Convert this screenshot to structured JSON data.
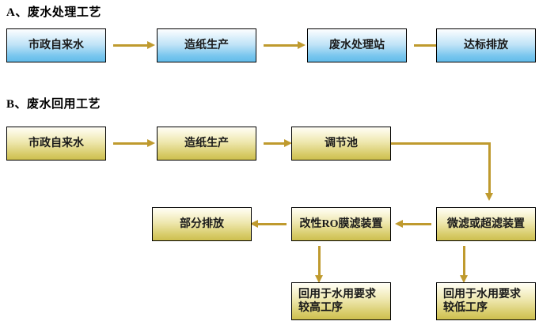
{
  "diagram": {
    "colors": {
      "arrow": "#bf9a2e",
      "node_border": "#000000",
      "blue_node_top": "#fdfeff",
      "blue_node_bottom": "#62bcea",
      "gold_node_top": "#fffef6",
      "gold_node_bottom": "#cdbf4e",
      "background": "#ffffff",
      "text": "#1a1a1a"
    },
    "sections": [
      {
        "id": "section-a",
        "heading": "A、废水处理工艺",
        "nodes": [
          {
            "id": "a-node-1",
            "label": "市政自来水",
            "style": "blue"
          },
          {
            "id": "a-node-2",
            "label": "造纸生产",
            "style": "blue"
          },
          {
            "id": "a-node-3",
            "label": "废水处理站",
            "style": "blue"
          },
          {
            "id": "a-node-4",
            "label": "达标排放",
            "style": "blue"
          }
        ]
      },
      {
        "id": "section-b",
        "heading": "B、废水回用工艺",
        "nodes": [
          {
            "id": "b-node-1",
            "label": "市政自来水",
            "style": "gold"
          },
          {
            "id": "b-node-2",
            "label": "造纸生产",
            "style": "gold"
          },
          {
            "id": "b-node-3",
            "label": "调节池",
            "style": "gold"
          },
          {
            "id": "b-node-4",
            "label": "微滤或超滤装置",
            "style": "gold"
          },
          {
            "id": "b-node-5",
            "label": "改性RO膜滤装置",
            "style": "gold"
          },
          {
            "id": "b-node-6",
            "label": "部分排放",
            "style": "gold"
          },
          {
            "id": "b-node-7",
            "label": "回用于水用要求\n较高工序",
            "style": "gold"
          },
          {
            "id": "b-node-8",
            "label": "回用于水用要求\n较低工序",
            "style": "gold"
          }
        ]
      }
    ]
  }
}
